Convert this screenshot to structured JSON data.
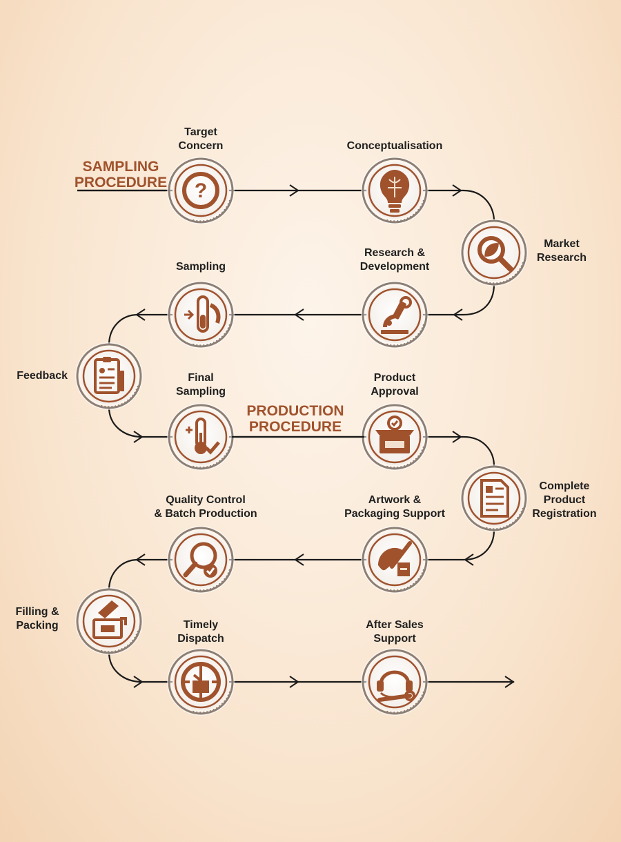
{
  "titles": {
    "sampling": "SAMPLING\nPROCEDURE",
    "production": "PRODUCTION\nPROCEDURE"
  },
  "colors": {
    "accent": "#a0522d",
    "ring": "#8c7f76",
    "line": "#1a1a1a",
    "text": "#1f1f1f"
  },
  "steps": [
    {
      "label": "Target\nConcern",
      "icon": "question-icon"
    },
    {
      "label": "Conceptualisation",
      "icon": "brain-bulb-icon"
    },
    {
      "label": "Market\nResearch",
      "icon": "leaf-magnifier-icon"
    },
    {
      "label": "Research &\nDevelopment",
      "icon": "microscope-icon"
    },
    {
      "label": "Sampling",
      "icon": "test-tube-icon"
    },
    {
      "label": "Feedback",
      "icon": "clipboard-icon"
    },
    {
      "label": "Final\nSampling",
      "icon": "thermometer-check-icon"
    },
    {
      "label": "Product\nApproval",
      "icon": "approved-box-icon"
    },
    {
      "label": "Complete\nProduct\nRegistration",
      "icon": "document-icon"
    },
    {
      "label": "Artwork &\nPackaging Support",
      "icon": "brush-palette-icon"
    },
    {
      "label": "Quality Control\n& Batch Production",
      "icon": "magnifier-check-icon"
    },
    {
      "label": "Filling &\nPacking",
      "icon": "bottle-fill-icon"
    },
    {
      "label": "Timely\nDispatch",
      "icon": "clock-box-icon"
    },
    {
      "label": "After Sales\nSupport",
      "icon": "headset-wrench-icon"
    }
  ]
}
